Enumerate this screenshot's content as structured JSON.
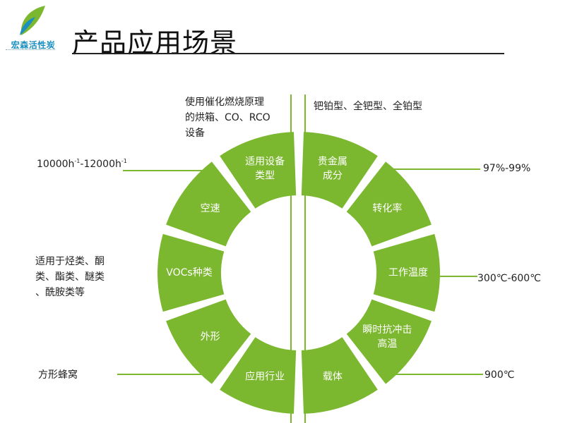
{
  "brand": {
    "name": "宏森活性炭",
    "colors": {
      "leaf_green": "#7cb82f",
      "leaf_blue": "#1c8fc0"
    },
    "icon": "leaf-logo-icon"
  },
  "page": {
    "title": "产品应用场景"
  },
  "colors": {
    "segment": "#7cb82f",
    "segment_text": "#ffffff",
    "connector": "#7cb82f",
    "rule": "#222222"
  },
  "wheel": {
    "segments": [
      {
        "label_lines": [
          "贵金属",
          "成分"
        ]
      },
      {
        "label_lines": [
          "转化率"
        ]
      },
      {
        "label_lines": [
          "工作温度"
        ]
      },
      {
        "label_lines": [
          "瞬时抗冲击",
          "高温"
        ]
      },
      {
        "label_lines": [
          "载体"
        ]
      },
      {
        "label_lines": [
          "应用行业"
        ]
      },
      {
        "label_lines": [
          "外形"
        ]
      },
      {
        "label_lines": [
          "VOCs种类"
        ]
      },
      {
        "label_lines": [
          "空速"
        ]
      },
      {
        "label_lines": [
          "适用设备",
          "类型"
        ]
      }
    ]
  },
  "annotations": {
    "precious_metal": "钯铂型、全钯型、全铂型",
    "conversion": "97%-99%",
    "temperature": "300℃-600℃",
    "shock": "900℃",
    "equipment_lines": [
      "使用催化燃烧原理",
      "的烘箱、CO、RCO",
      "设备"
    ],
    "space_velocity": {
      "a": "10000h",
      "a_exp": "-1",
      "sep": "-12000h",
      "b_exp": "-1"
    },
    "voc_lines": [
      "适用于烃类、酮",
      "类、酯类、醚类",
      "、酰胺类等"
    ],
    "shape": "方形蜂窝"
  }
}
